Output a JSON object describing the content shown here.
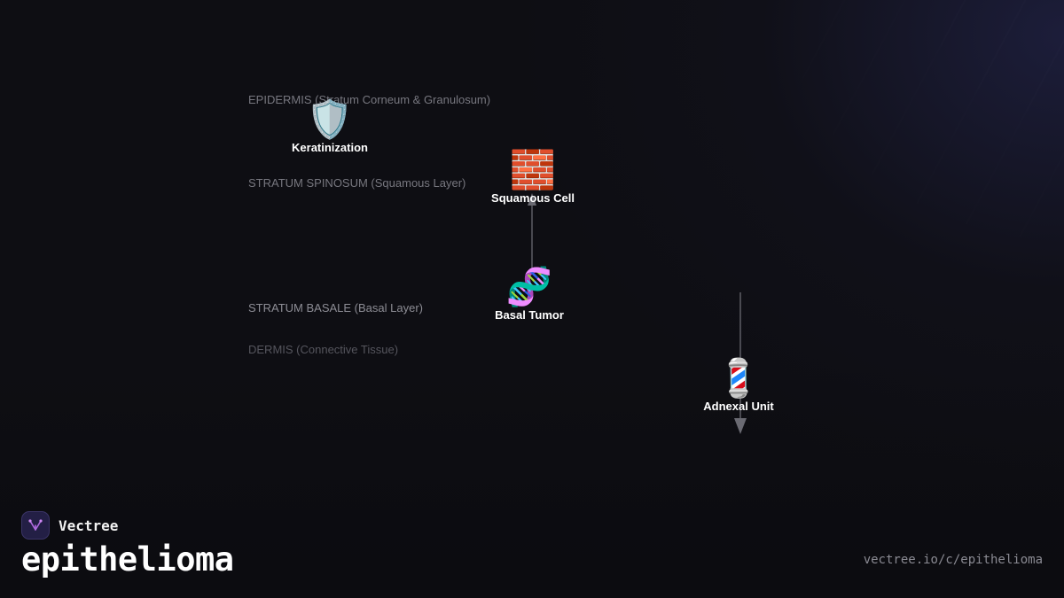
{
  "layers": [
    {
      "label": "EPIDERMIS (Stratum Corneum & Granulosum)"
    },
    {
      "label": "STRATUM SPINOSUM (Squamous Layer)"
    },
    {
      "label": "STRATUM BASALE (Basal Layer)"
    },
    {
      "label": "DERMIS (Connective Tissue)"
    }
  ],
  "nodes": [
    {
      "id": "keratinization",
      "emoji": "🛡️",
      "icon": "shield-icon",
      "label": "Keratinization"
    },
    {
      "id": "squamous-cell",
      "emoji": "🧱",
      "icon": "brick-icon",
      "label": "Squamous Cell"
    },
    {
      "id": "basal-tumor",
      "emoji": "🧬",
      "icon": "dna-icon",
      "label": "Basal Tumor"
    },
    {
      "id": "adnexal-unit",
      "emoji": "💈",
      "icon": "barber-pole-icon",
      "label": "Adnexal Unit"
    }
  ],
  "edges": [
    {
      "from": "basal-tumor",
      "to": "squamous-cell"
    },
    {
      "from": "adnexal-unit",
      "to": "dermis-down"
    }
  ],
  "brand": {
    "name": "Vectree",
    "logo_icon": "vectree-logo-icon"
  },
  "title": "epithelioma",
  "url": "vectree.io/c/epithelioma",
  "colors": {
    "background": "#0e0e13",
    "text": "#ffffff",
    "muted": "#77777f",
    "connector": "#6a6a72",
    "logo_bg": "#231f45",
    "logo_accent": "#b06ae0"
  }
}
